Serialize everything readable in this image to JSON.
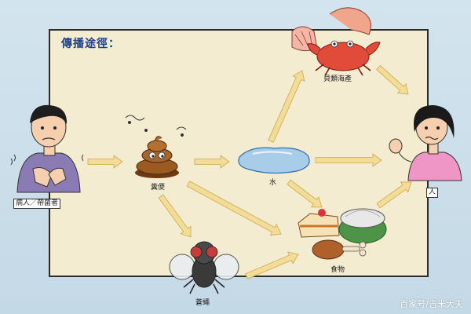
{
  "title": "傳播途徑：",
  "nodes": {
    "patient": "病人／帶菌者",
    "feces": "糞便",
    "water": "水",
    "shellfish": "貝類海產",
    "food": "食物",
    "fly": "蒼蠅",
    "person": "人"
  },
  "watermark": "百家号/吉米大夫",
  "colors": {
    "background": "#c9dde9",
    "panel": "#f4ecd0",
    "arrow": "#f3dc97",
    "title": "#1d3f86"
  },
  "icons": [
    "sick-person-icon",
    "feces-icon",
    "water-puddle-icon",
    "shellfish-icon",
    "food-icon",
    "fly-icon",
    "worried-person-icon"
  ]
}
